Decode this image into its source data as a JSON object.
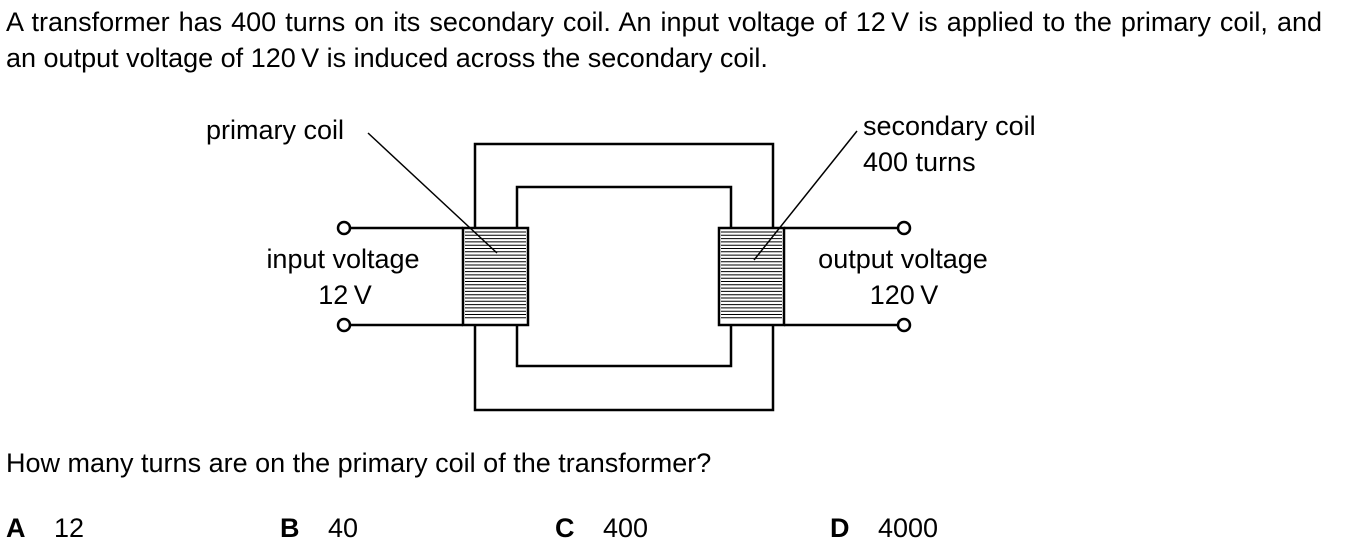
{
  "intro_text": "A transformer has 400 turns on its secondary coil. An input voltage of 12 V is applied to the primary coil, and an output voltage of 120 V is induced across the secondary coil.",
  "diagram": {
    "primary_label": "primary coil",
    "secondary_label_line1": "secondary coil",
    "secondary_label_line2": "400 turns",
    "input_label_line1": "input voltage",
    "input_label_line2": "12 V",
    "output_label_line1": "output voltage",
    "output_label_line2": "120 V"
  },
  "question": "How many turns are on the primary coil of the transformer?",
  "options": [
    {
      "letter": "A",
      "value": "12"
    },
    {
      "letter": "B",
      "value": "40"
    },
    {
      "letter": "C",
      "value": "400"
    },
    {
      "letter": "D",
      "value": "4000"
    }
  ]
}
